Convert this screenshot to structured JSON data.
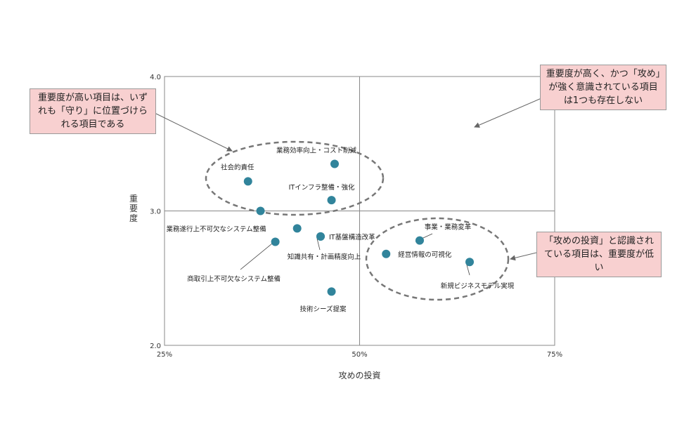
{
  "chart_data": {
    "type": "scatter",
    "xlabel": "攻めの投資",
    "ylabel": "重要度",
    "xlim": [
      0.25,
      0.75
    ],
    "ylim": [
      2.0,
      4.0
    ],
    "x_ticks": [
      "25%",
      "50%",
      "75%"
    ],
    "y_ticks": [
      "4.0",
      "3.0",
      "2.0"
    ],
    "midlines": {
      "x": 0.5,
      "y": 3.0
    },
    "grid": false,
    "marker_color": "#31849b",
    "points": [
      {
        "label": "業務効率向上・コスト削減",
        "x": 0.468,
        "y": 3.35
      },
      {
        "label": "社会的責任",
        "x": 0.357,
        "y": 3.22
      },
      {
        "label": "ITインフラ整備・強化",
        "x": 0.464,
        "y": 3.08
      },
      {
        "label": "",
        "x": 0.373,
        "y": 3.0
      },
      {
        "label": "業務遂行上不可欠なシステム整備",
        "x": 0.42,
        "y": 2.87
      },
      {
        "label": "IT基盤構造改革",
        "x": 0.45,
        "y": 2.81
      },
      {
        "label": "知識共有・計画精度向上",
        "x": 0.45,
        "y": 2.81
      },
      {
        "label": "商取引上不可欠なシステム整備",
        "x": 0.392,
        "y": 2.77
      },
      {
        "label": "事業・業務変革",
        "x": 0.577,
        "y": 2.78
      },
      {
        "label": "経営情報の可視化",
        "x": 0.534,
        "y": 2.68
      },
      {
        "label": "新規ビジネスモデル実現",
        "x": 0.641,
        "y": 2.62
      },
      {
        "label": "技術シーズ提案",
        "x": 0.464,
        "y": 2.4
      }
    ]
  },
  "callouts": {
    "top_left": "重要度が高い項目は、いずれも「守り」に位置づけられる項目である",
    "top_right": "重要度が高く、かつ「攻め」が強く意識されている項目は1つも存在しない",
    "bottom_right": "「攻めの投資」と認識されている項目は、重要度が低い"
  },
  "colors": {
    "callout_bg": "#f8d0d0",
    "ellipse": "#777777",
    "axes": "#888888"
  }
}
